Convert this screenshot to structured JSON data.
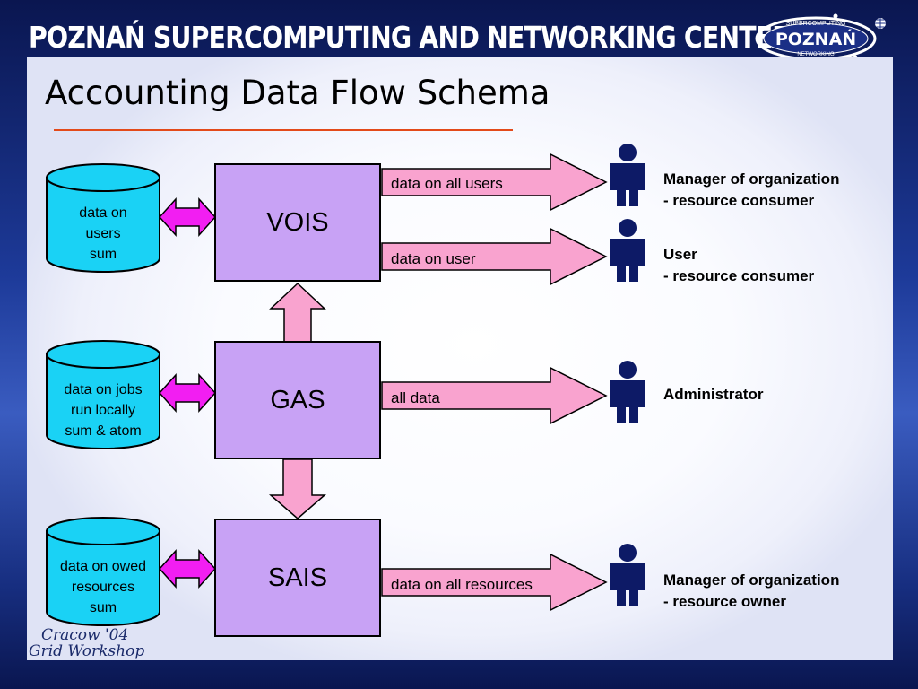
{
  "header": {
    "title": "POZNAŃ SUPERCOMPUTING AND NETWORKING CENTER",
    "logo_top_text": "SUPERCOMPUTING",
    "logo_main_text": "POZNAŃ",
    "logo_bottom_text": "NETWORKING"
  },
  "slide": {
    "title": "Accounting Data Flow Schema"
  },
  "databases": [
    {
      "lines": [
        "data on",
        "users",
        "sum"
      ]
    },
    {
      "lines": [
        "data on jobs",
        "run locally",
        "sum & atom"
      ]
    },
    {
      "lines": [
        "data on owed",
        "resources",
        "sum"
      ]
    }
  ],
  "systems": {
    "vois": "VOIS",
    "gas": "GAS",
    "sais": "SAIS"
  },
  "flows": {
    "vois_all_users": "data on all users",
    "vois_user": "data on user",
    "gas_all": "all data",
    "sais_resources": "data on all resources"
  },
  "roles": {
    "manager_consumer": [
      "Manager of organization",
      "- resource consumer"
    ],
    "user_consumer": [
      "User",
      "- resource consumer"
    ],
    "administrator": [
      "Administrator"
    ],
    "manager_owner": [
      "Manager of organization",
      "- resource owner"
    ]
  },
  "footer": {
    "line1": "Cracow '04",
    "line2": "Grid Workshop"
  },
  "colors": {
    "db_fill": "#1ad2f5",
    "system_fill": "#c8a2f5",
    "flow_arrow": "#f9a3cf",
    "double_arrow": "#f21ef2",
    "person": "#0d1a66",
    "title_rule": "#e34a1a"
  }
}
